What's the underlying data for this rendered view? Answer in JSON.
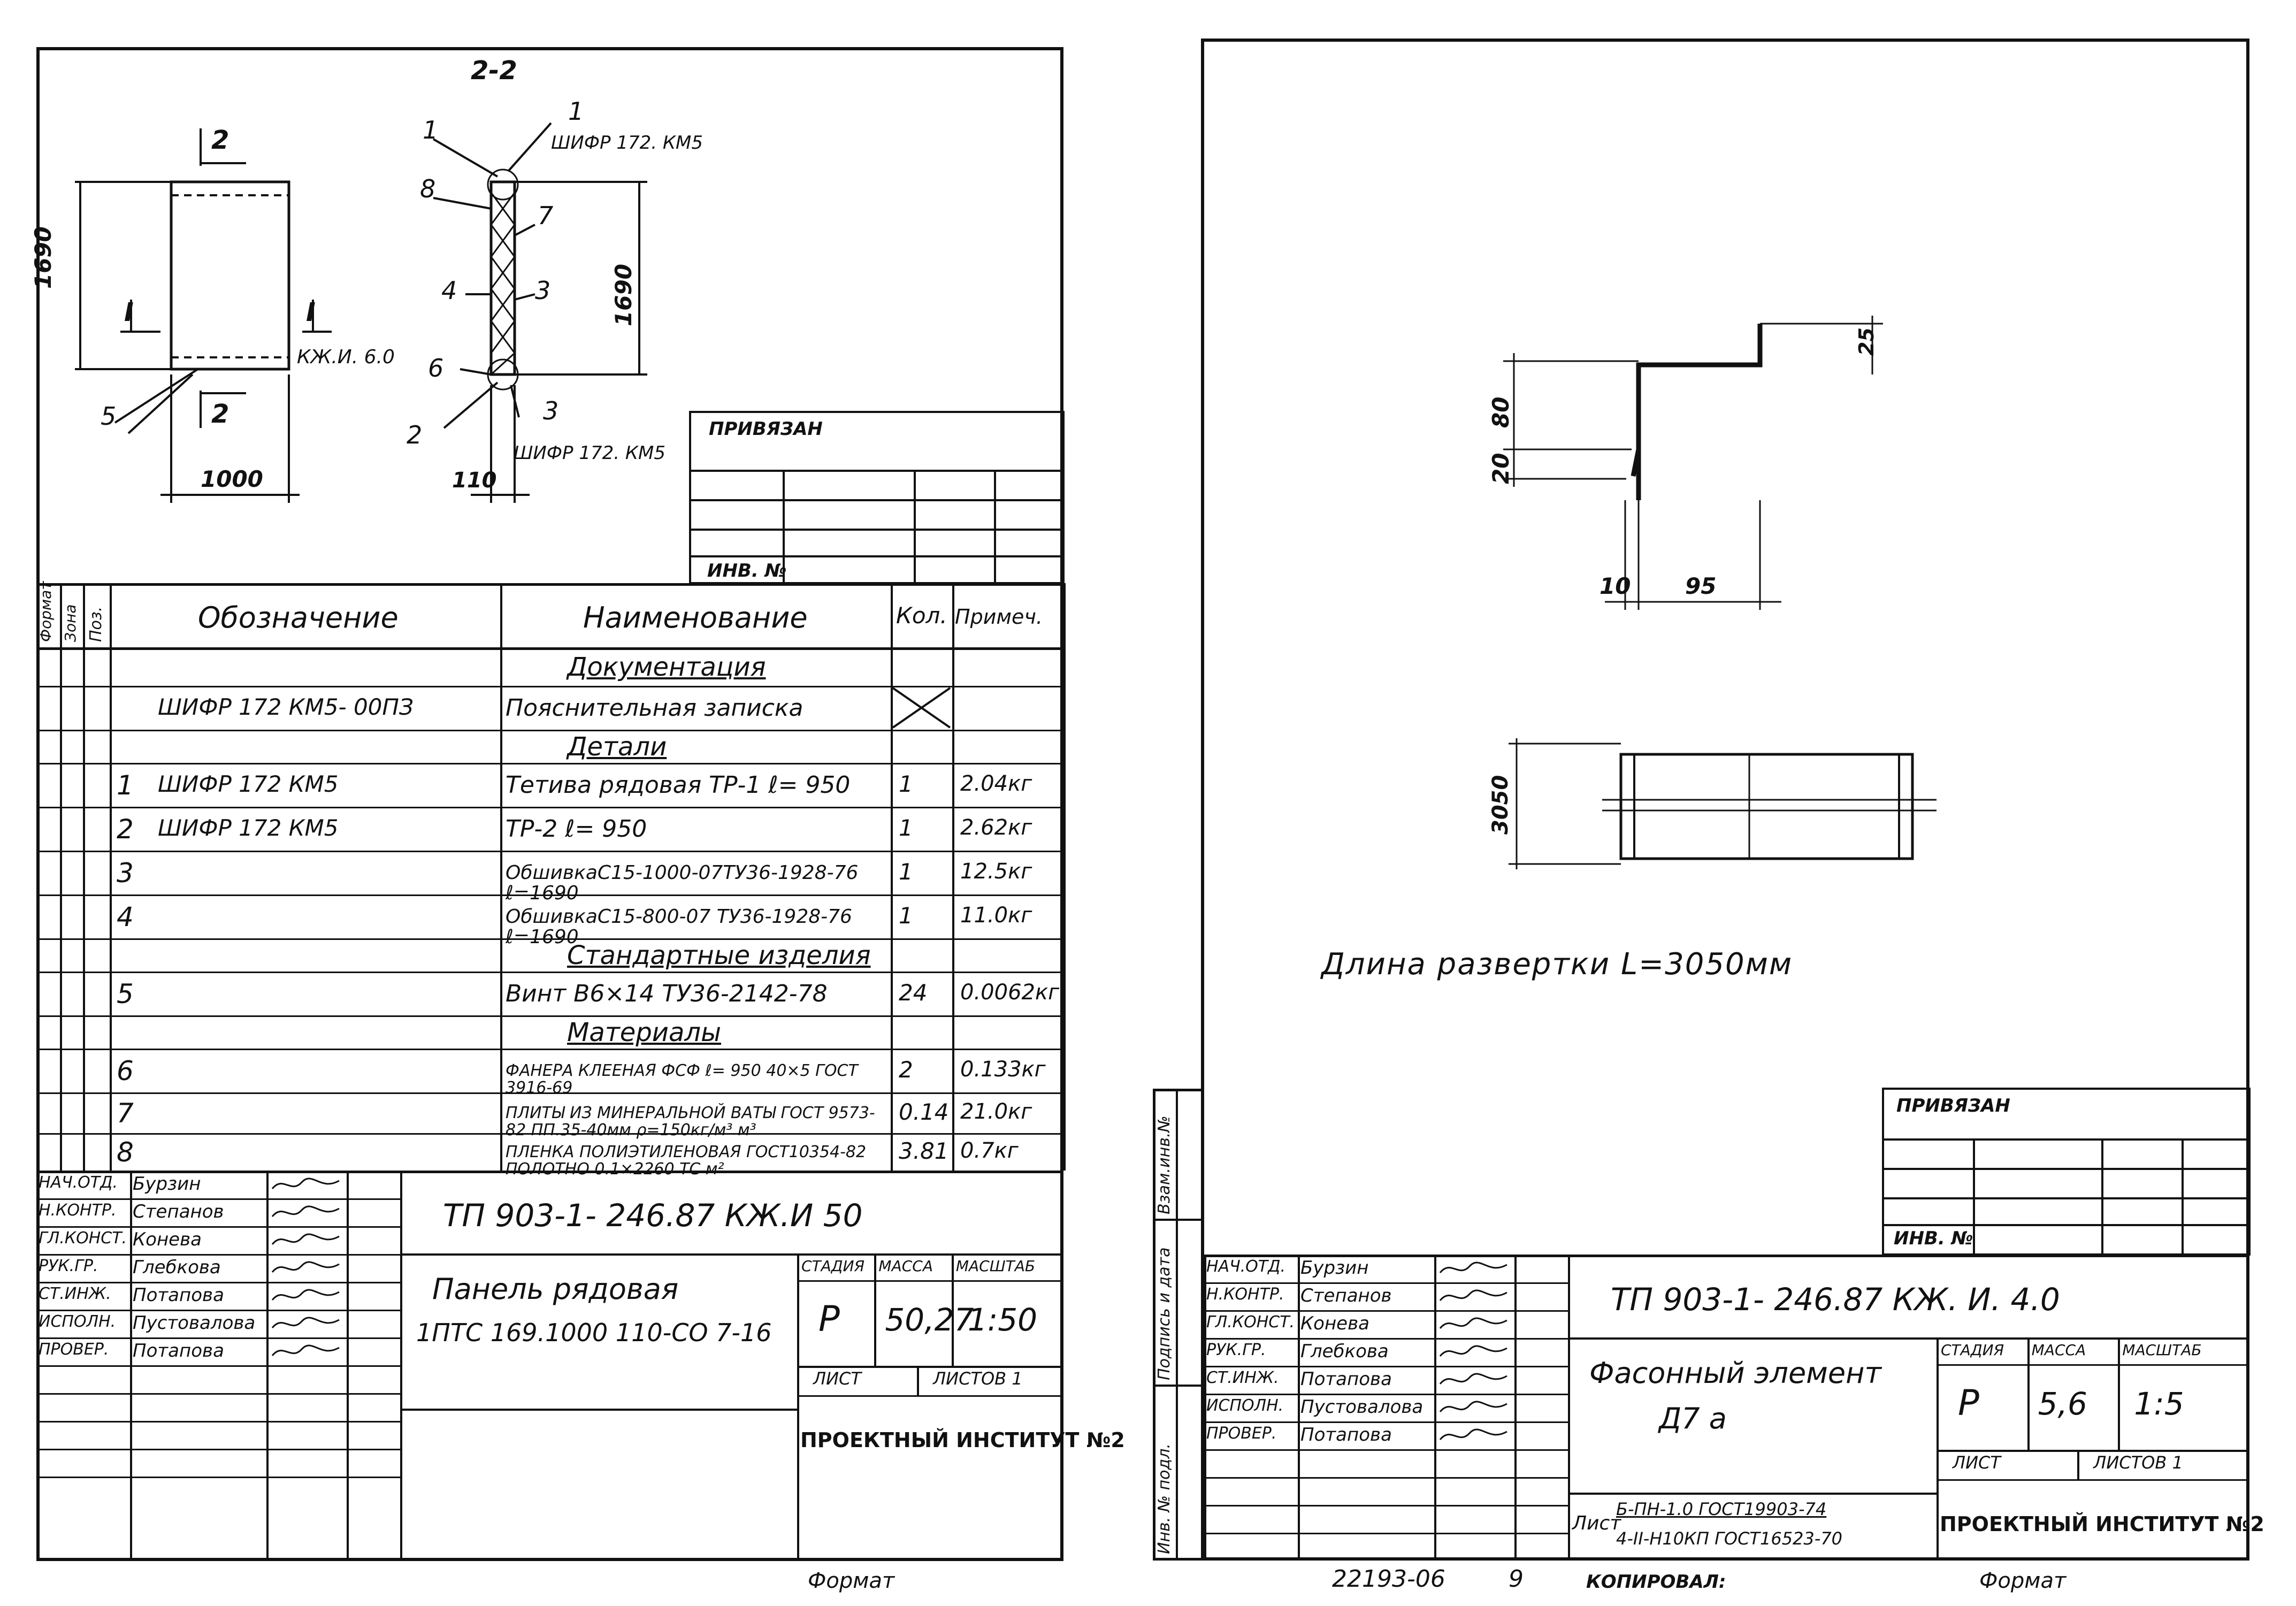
{
  "left_sheet": {
    "section_label": "2-2",
    "section_marks": [
      "2",
      "2"
    ],
    "cut_marks": [
      "I",
      "I"
    ],
    "dims": {
      "height_left": "1690",
      "height_right": "1690",
      "width": "1000",
      "thickness": "110"
    },
    "callouts": [
      "1",
      "1",
      "8",
      "7",
      "4",
      "3",
      "6",
      "2",
      "3",
      "5"
    ],
    "ref_top": "ШИФР 172. КМ5",
    "ref_bottom": "ШИФР 172. КМ5",
    "ref_side": "КЖ.И. 6.0",
    "privyazan": "ПРИВЯЗАН",
    "inv": "ИНВ. №",
    "spec_header": {
      "format": "Формат",
      "zone": "Зона",
      "pos": "Поз.",
      "designation": "Обозначение",
      "name": "Наименование",
      "qty": "Кол.",
      "note": "Примеч."
    },
    "spec_rows": [
      {
        "pos": "",
        "designation": "",
        "name": "Документация",
        "qty": "",
        "note": "",
        "section": true
      },
      {
        "pos": "",
        "designation": "ШИФР 172 КМ5- 00ПЗ",
        "name": "Пояснительная записка",
        "qty": "",
        "note": "",
        "crossed": true
      },
      {
        "pos": "",
        "designation": "",
        "name": "Детали",
        "qty": "",
        "note": "",
        "section": true
      },
      {
        "pos": "1",
        "designation": "ШИФР 172 КМ5",
        "name": "Тетива рядовая ТР-1 ℓ= 950",
        "qty": "1",
        "note": "2.04кг"
      },
      {
        "pos": "2",
        "designation": "ШИФР 172 КМ5",
        "name": "ТР-2 ℓ= 950",
        "qty": "1",
        "note": "2.62кг"
      },
      {
        "pos": "3",
        "designation": "",
        "name": "ОбшивкаС15-1000-07ТУ36-1928-76 ℓ=1690",
        "qty": "1",
        "note": "12.5кг"
      },
      {
        "pos": "4",
        "designation": "",
        "name": "ОбшивкаС15-800-07 ТУ36-1928-76 ℓ=1690",
        "qty": "1",
        "note": "11.0кг"
      },
      {
        "pos": "",
        "designation": "",
        "name": "Стандартные изделия",
        "qty": "",
        "note": "",
        "section": true
      },
      {
        "pos": "5",
        "designation": "",
        "name": "Винт В6×14 ТУ36-2142-78",
        "qty": "24",
        "note": "0.0062кг"
      },
      {
        "pos": "",
        "designation": "",
        "name": "Материалы",
        "qty": "",
        "note": "",
        "section": true
      },
      {
        "pos": "6",
        "designation": "",
        "name": "ФАНЕРА КЛЕЕНАЯ ФСФ ℓ= 950 40×5 ГОСТ 3916-69",
        "qty": "2",
        "note": "0.133кг"
      },
      {
        "pos": "7",
        "designation": "",
        "name": "ПЛИТЫ ИЗ МИНЕРАЛЬНОЙ ВАТЫ ГОСТ 9573-82 ПП.35-40мм ρ=150кг/м³ м³",
        "qty": "0.14",
        "note": "21.0кг"
      },
      {
        "pos": "8",
        "designation": "",
        "name": "ПЛЕНКА ПОЛИЭТИЛЕНОВАЯ ГОСТ10354-82 ПОЛОТНО 0.1×2260 ТС  м²",
        "qty": "3.81",
        "note": "0.7кг"
      }
    ],
    "signers": [
      {
        "role": "НАЧ.ОТД.",
        "name": "Бурзин"
      },
      {
        "role": "Н.КОНТР.",
        "name": "Степанов"
      },
      {
        "role": "ГЛ.КОНСТ.",
        "name": "Конева"
      },
      {
        "role": "РУК.ГР.",
        "name": "Глебкова"
      },
      {
        "role": "СТ.ИНЖ.",
        "name": "Потапова"
      },
      {
        "role": "ИСПОЛН.",
        "name": "Пустовалова"
      },
      {
        "role": "ПРОВЕР.",
        "name": "Потапова"
      }
    ],
    "doc_code": "ТП 903-1- 246.87   КЖ.И 50",
    "title_line1": "Панель рядовая",
    "title_line2": "1ПТС 169.1000 110-СО 7-16",
    "stage_label": "СТАДИЯ",
    "mass_label": "МАССА",
    "scale_label": "МАСШТАБ",
    "stage": "Р",
    "mass": "50,27",
    "scale": "1:50",
    "sheet_label": "ЛИСТ",
    "sheets_label": "ЛИСТОВ 1",
    "institute": "ПРОЕКТНЫЙ ИНСТИТУТ №2",
    "format_label": "Формат"
  },
  "right_sheet": {
    "dims": {
      "top_right": "25",
      "h80": "80",
      "h20": "20",
      "w10": "10",
      "w95": "95",
      "len": "3050"
    },
    "unfold_length": "Длина развертки  L=3050мм",
    "side_stamp": [
      "Взам.инв.№",
      "Подпись и дата",
      "Инв. № подл."
    ],
    "privyazan": "ПРИВЯЗАН",
    "inv": "ИНВ. №",
    "signers": [
      {
        "role": "НАЧ.ОТД.",
        "name": "Бурзин"
      },
      {
        "role": "Н.КОНТР.",
        "name": "Степанов"
      },
      {
        "role": "ГЛ.КОНСТ.",
        "name": "Конева"
      },
      {
        "role": "РУК.ГР.",
        "name": "Глебкова"
      },
      {
        "role": "СТ.ИНЖ.",
        "name": "Потапова"
      },
      {
        "role": "ИСПОЛН.",
        "name": "Пустовалова"
      },
      {
        "role": "ПРОВЕР.",
        "name": "Потапова"
      }
    ],
    "doc_code": "ТП 903-1- 246.87   КЖ. И. 4.0",
    "title_line1": "Фасонный элемент",
    "title_line2": "Д7 а",
    "stage_label": "СТАДИЯ",
    "mass_label": "МАССА",
    "scale_label": "МАСШТАБ",
    "stage": "Р",
    "mass": "5,6",
    "scale": "1:5",
    "sheet_label": "ЛИСТ",
    "sheets_label": "ЛИСТОВ 1",
    "material_prefix": "Лист",
    "material_line1": "Б-ПН-1.0 ГОСТ19903-74",
    "material_line2": "4-II-Н10КП ГОСТ16523-70",
    "institute": "ПРОЕКТНЫЙ ИНСТИТУТ №2",
    "format_label": "Формат"
  },
  "footer": {
    "order_number": "22193-06",
    "page_number": "9",
    "copied_by": "КОПИРОВАЛ:"
  }
}
